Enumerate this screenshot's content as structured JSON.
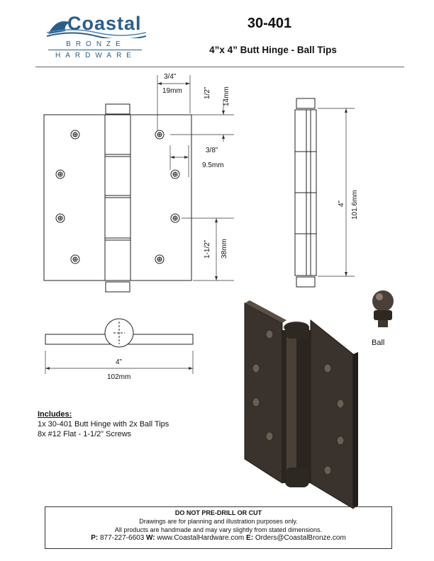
{
  "logo": {
    "word": "Coastal",
    "line1": "BRONZE",
    "line2": "HARDWARE"
  },
  "header": {
    "part_number": "30-401",
    "description": "4”x 4” Butt Hinge - Ball Tips"
  },
  "dimensions": {
    "knuckle_in": "3/4”",
    "knuckle_mm": "19mm",
    "top_in": "1/2”",
    "top_mm": "14mm",
    "hole_in": "3/8”",
    "hole_mm": "9.5mm",
    "bottom_in": "1-1/2”",
    "bottom_mm": "38mm",
    "height_in": "4”",
    "height_mm": "101.6mm",
    "width_in": "4”",
    "width_mm": "102mm"
  },
  "ball_label": "Ball",
  "includes": {
    "heading": "Includes:",
    "items": [
      "1x  30-401 Butt Hinge with 2x Ball Tips",
      "8x  #12 Flat - 1-1/2” Screws"
    ]
  },
  "footer": {
    "warning": "DO NOT PRE-DRILL OR CUT",
    "line1": "Drawings are for planning and illustration purposes only.",
    "line2": "All products are handmade and may vary slightly from stated dimensions.",
    "phone_label": "P:",
    "phone": "877-227-6603",
    "web_label": "W:",
    "web": "www.CoastalHardware.com",
    "email_label": "E:",
    "email": "Orders@CoastalBronze.com"
  }
}
